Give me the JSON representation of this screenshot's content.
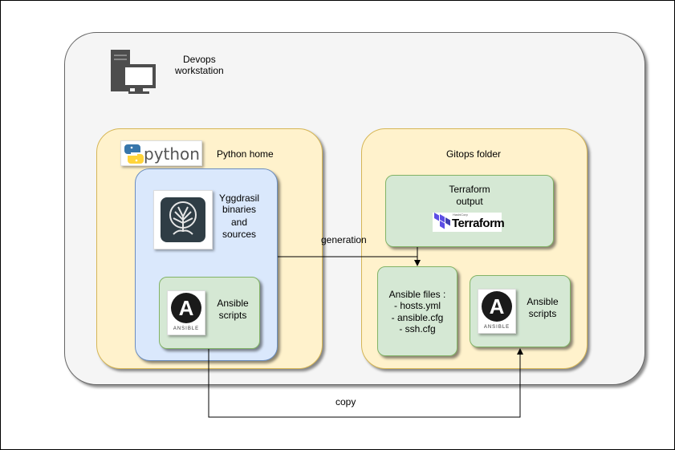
{
  "workstation": {
    "label_line1": "Devops",
    "label_line2": "workstation"
  },
  "python_home": {
    "label": "Python home",
    "logo_text": "python"
  },
  "yggdrasil": {
    "line1": "Yggdrasil",
    "line2": "binaries",
    "line3": "and",
    "line4": "sources"
  },
  "ansible_scripts_left": {
    "line1": "Ansible",
    "line2": "scripts",
    "logo_word": "ANSIBLE"
  },
  "gitops": {
    "label": "Gitops folder"
  },
  "terraform_output": {
    "line1": "Terraform",
    "line2": "output",
    "logo_word": "Terraform",
    "logo_small": "HashiCorp"
  },
  "ansible_files": {
    "title": "Ansible files :",
    "items": [
      "- hosts.yml",
      "- ansible.cfg",
      "- ssh.cfg"
    ]
  },
  "ansible_scripts_right": {
    "line1": "Ansible",
    "line2": "scripts",
    "logo_word": "ANSIBLE"
  },
  "edges": {
    "generation": "generation",
    "copy": "copy"
  },
  "icons": [
    "workstation-icon",
    "python-logo-icon",
    "yggdrasil-tree-icon",
    "ansible-logo-icon",
    "terraform-logo-icon"
  ]
}
